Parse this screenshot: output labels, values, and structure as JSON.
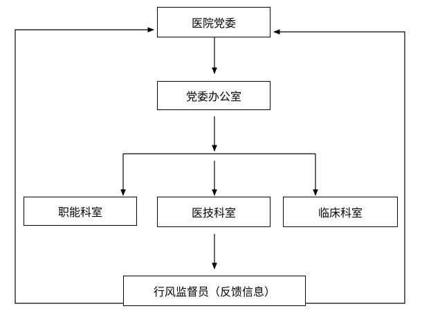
{
  "diagram": {
    "nodes": [
      {
        "id": "committee",
        "label": "医院党委"
      },
      {
        "id": "office",
        "label": "党委办公室"
      },
      {
        "id": "functional",
        "label": "职能科室"
      },
      {
        "id": "medtech",
        "label": "医技科室"
      },
      {
        "id": "clinical",
        "label": "临床科室"
      },
      {
        "id": "supervisor",
        "label": "行风监督员（反馈信息）"
      }
    ],
    "edges": [
      {
        "from": "committee",
        "to": "office"
      },
      {
        "from": "office",
        "to": "functional"
      },
      {
        "from": "office",
        "to": "medtech"
      },
      {
        "from": "office",
        "to": "clinical"
      },
      {
        "from": "medtech",
        "to": "supervisor"
      },
      {
        "from": "supervisor",
        "to": "committee",
        "route": "left-feedback-loop"
      },
      {
        "from": "supervisor",
        "to": "committee",
        "route": "right-feedback-loop"
      }
    ],
    "colors": {
      "line": "#000000",
      "box_border": "#000000",
      "background": "#ffffff",
      "text": "#000000"
    }
  }
}
